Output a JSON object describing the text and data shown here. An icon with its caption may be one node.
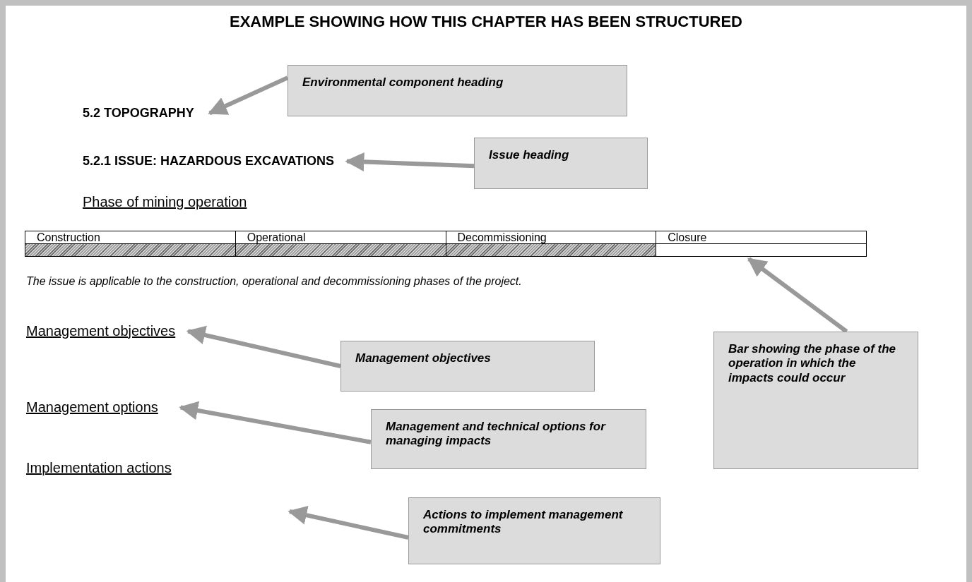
{
  "diagram": {
    "title": "EXAMPLE SHOWING HOW THIS CHAPTER HAS BEEN STRUCTURED",
    "nodes": [
      {
        "text": [
          "5.2  TOPOGRAPHY"
        ]
      },
      {
        "text": [
          "Environmental component heading"
        ]
      },
      {
        "text": [
          "5.2.1  ISSUE: HAZARDOUS EXCAVATIONS"
        ]
      },
      {
        "text": [
          "Issue heading"
        ]
      },
      {
        "text": [
          "Construction",
          "Operational",
          "Decommissioning",
          "Closure"
        ]
      },
      {
        "text": [
          "Management objectives"
        ]
      },
      {
        "text": [
          "Management objectives"
        ]
      },
      {
        "text": [
          "Bar showing the phase of the operation in which the impacts could occur"
        ]
      },
      {
        "text": [
          "Management options"
        ]
      },
      {
        "text": [
          "Management and technical options for managing impacts"
        ]
      },
      {
        "text": [
          "Actions to implement management commitments"
        ]
      }
    ],
    "edges": [
      {
        "from": 1,
        "to": 0,
        "arrow": "to"
      },
      {
        "from": 3,
        "to": 2,
        "arrow": "to"
      },
      {
        "from": 7,
        "to": 4,
        "arrow": "to"
      },
      {
        "from": 6,
        "to": 5,
        "arrow": "to"
      },
      {
        "from": 9,
        "to": 8,
        "arrow": "to"
      },
      {
        "from": 10,
        "to": null,
        "arrow": "to"
      }
    ],
    "labels": [
      "Phase of mining operation",
      "The issue is applicable to the construction, operational and decommissioning phases of the project.",
      "Implementation actions"
    ]
  }
}
